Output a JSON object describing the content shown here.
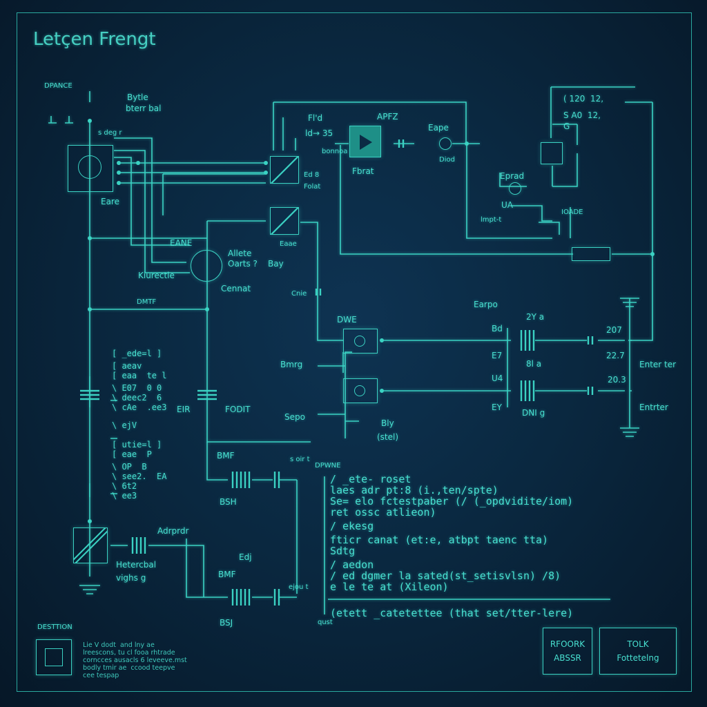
{
  "title": "Letçen Frengt",
  "colors": {
    "line": "#3bd2c3",
    "background": "#0a2840",
    "text": "#48e0d0"
  },
  "labels": {
    "dpance": "DPANCE",
    "bytle": "Bytle",
    "ster": "bterr bal",
    "sdegr": "s deg r",
    "eare": "Eare",
    "fid": "Fl'd",
    "id": "ld→ 35",
    "apfz": "APFZ",
    "eape": "Eape",
    "fbrat": "Fbrat",
    "ed8": "Ed 8",
    "folat": "Folat",
    "eaae": "Eaae",
    "eline": "EANE",
    "allete": "Allete",
    "oarts": "Oarts ?",
    "bay": "Bay",
    "kiurectle": "Kiurectle",
    "cennat": "Cennat",
    "dmtf": "DMTF",
    "cnie": "Cnie",
    "dwe": "DWE",
    "bmrg": "Bmrg",
    "sepo": "Sepo",
    "bly": "Bly",
    "stel": "(stel)",
    "earpo": "Earpo",
    "bd": "Bd",
    "e7": "E7",
    "u4": "U4",
    "ey": "EY",
    "dnig": "DNI g",
    "r2y": "2Y a",
    "r8": "8l a",
    "v207": "207",
    "v227": "22.7",
    "v203": "20.3",
    "entter1": "Enter ter",
    "entter2": "Entrter",
    "eprad": "Eprad",
    "ua": "UA",
    "impt": "lmpt-t",
    "ioade": "IOADE",
    "r120": "( 120  12,",
    "rsa0": "S A0  12,",
    "rg": "G",
    "eir": "EIR",
    "fodt": "FODIT",
    "bmf": "BMF",
    "bsh": "BSH",
    "edj": "Edj",
    "bmf2": "BMF",
    "bsj": "BSJ",
    "dpwne": "DPWNE",
    "adrpr": "Adrprdr",
    "hetercal": "Hetercbal",
    "vights": "vighs g",
    "desttion": "DESTTION",
    "qust": "qust",
    "scrib1": "s oir t",
    "scrib2": "ejou t",
    "scrib3": "Diod",
    "scrib4": "bonnoa"
  },
  "left_code": [
    "[ _ede=l ]",
    "[ aeav",
    "[ eaa  te l",
    "\\ E07  0 0",
    "\\ deec2  6",
    "\\ cAe  .ee3",
    "\\ ejV",
    "[ utie=l ]",
    "[ eae  P",
    "\\ OP  B",
    "\\ see2.  EA",
    "\\ 6t2",
    "\\ ee3"
  ],
  "code_lines": [
    "/ _ete- roset",
    "laes adr pt:8 (i.,ten/spte)",
    "Se= elo fctestpaber (/ (_opdvidite/iom)",
    "ret ossc atlieon)",
    "/ ekesg",
    "fticr canat (et:e, atbpt taenc tta)",
    "Sdtg",
    "/ aedon",
    "/ ed dgmer la sated(st_setisvlsn) /8)",
    "e le te at (Xileon)",
    "(etett _catetettee (that set/tter-lere)"
  ],
  "description": "Lie V dodt  and lny ae\nlreescons, tu cl fooa rhtrade\ncorncces ausacls 6 leveeve.mst\nbodly tmir ae  ccood teepve\ncee tespap",
  "buttons": {
    "rfoork": {
      "line1": "RFOORK",
      "line2": "ABSSR"
    },
    "tolk": {
      "line1": "TOLK",
      "line2": "Fottetelng"
    }
  }
}
